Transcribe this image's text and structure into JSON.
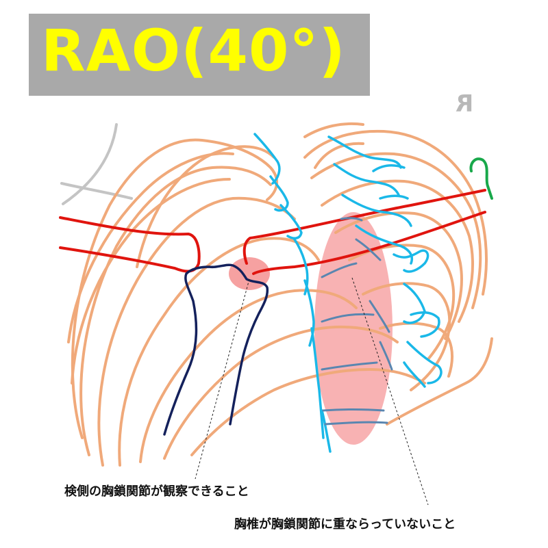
{
  "title": "RAO(40°)",
  "orientation_marker": "R",
  "annotations": {
    "sc_joint": "検側の胸鎖関節が観察できること",
    "spine_overlap": "胸椎が胸鎖関節に重ならっていないこと"
  },
  "colors": {
    "title_bg": "#a9a9a9",
    "title_text": "#ffff00",
    "ribs": "#f0a97a",
    "clavicle": "#e0140e",
    "spine": "#1ab8e8",
    "sternum": "#14215c",
    "highlight": "#f4898a",
    "marker_green": "#18a84a",
    "gray_lines": "#c4c4c4"
  }
}
